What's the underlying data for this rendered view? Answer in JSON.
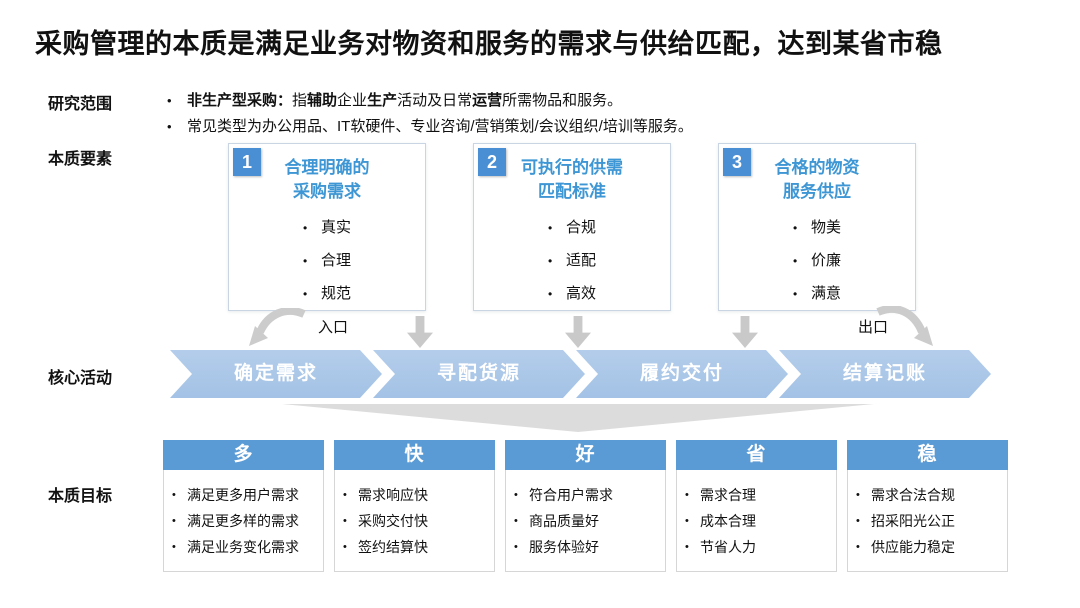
{
  "title": "采购管理的本质是满足业务对物资和服务的需求与供给匹配，达到某省市稳",
  "row_labels": {
    "scope": "研究范围",
    "elements": "本质要素",
    "activities": "核心活动",
    "goals": "本质目标"
  },
  "scope": {
    "segments": [
      {
        "t": "非生产型采购：",
        "b": true
      },
      {
        "t": "指",
        "b": false
      },
      {
        "t": "辅助",
        "b": true
      },
      {
        "t": "企业",
        "b": false
      },
      {
        "t": "生产",
        "b": true
      },
      {
        "t": "活动及日常",
        "b": false
      },
      {
        "t": "运营",
        "b": true
      },
      {
        "t": "所需物品和服务。",
        "b": false
      }
    ],
    "bullet2": "常见类型为办公用品、IT软硬件、专业咨询/营销策划/会议组织/培训等服务。",
    "bullet_char": "•"
  },
  "essence": [
    {
      "num": "1",
      "title1": "合理明确的",
      "title2": "采购需求",
      "bullets": [
        "真实",
        "合理",
        "规范"
      ]
    },
    {
      "num": "2",
      "title1": "可执行的供需",
      "title2": "匹配标准",
      "bullets": [
        "合规",
        "适配",
        "高效"
      ]
    },
    {
      "num": "3",
      "title1": "合格的物资",
      "title2": "服务供应",
      "bullets": [
        "物美",
        "价廉",
        "满意"
      ]
    }
  ],
  "flow": {
    "entry_label": "入口",
    "exit_label": "出口",
    "steps": [
      "确定需求",
      "寻配货源",
      "履约交付",
      "结算记账"
    ]
  },
  "goals": [
    {
      "header": "多",
      "bullets": [
        "满足更多用户需求",
        "满足更多样的需求",
        "满足业务变化需求"
      ]
    },
    {
      "header": "快",
      "bullets": [
        "需求响应快",
        "采购交付快",
        "签约结算快"
      ]
    },
    {
      "header": "好",
      "bullets": [
        "符合用户需求",
        "商品质量好",
        "服务体验好"
      ]
    },
    {
      "header": "省",
      "bullets": [
        "需求合理",
        "成本合理",
        "节省人力"
      ]
    },
    {
      "header": "稳",
      "bullets": [
        "需求合法合规",
        "招采阳光公正",
        "供应能力稳定"
      ]
    }
  ],
  "colors": {
    "badge_blue": "#4a8fd3",
    "box_title_blue": "#3e97d4",
    "chevron_blue": "#a9c6e8",
    "header_blue": "#5b9bd5",
    "arrow_gray": "#c9c9c9",
    "funnel_gray": "#dcdcdc",
    "text_black": "#111111"
  }
}
